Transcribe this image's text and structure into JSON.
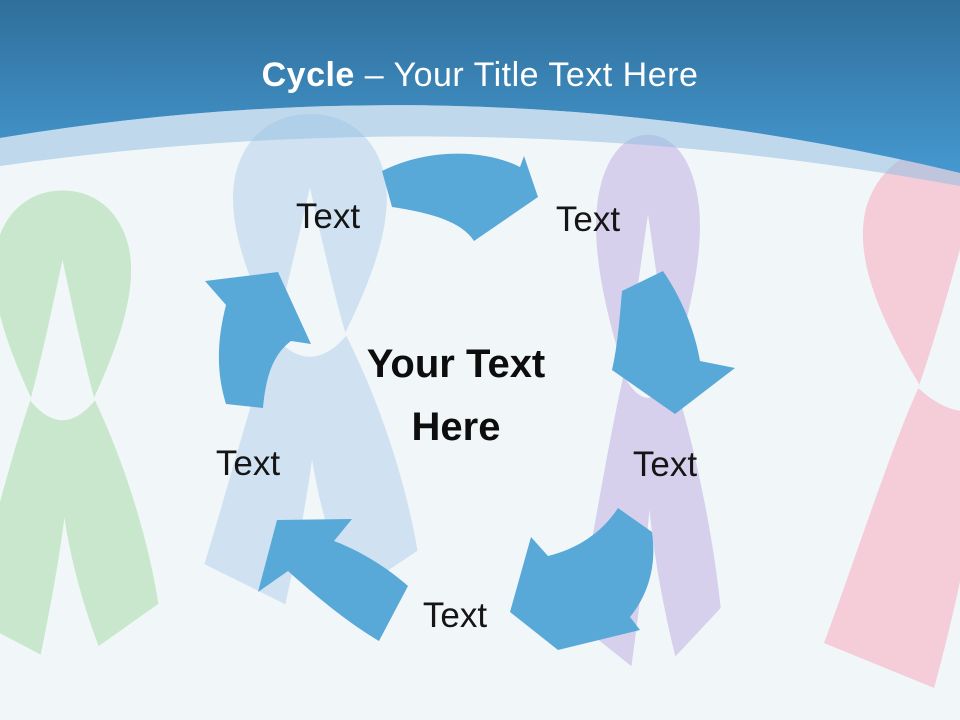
{
  "title": {
    "keyword": "Cycle",
    "rest": "– Your Title Text Here"
  },
  "center_label": "Your Text Here",
  "nodes": [
    {
      "position": "top-left",
      "label": "Text"
    },
    {
      "position": "top-right",
      "label": "Text"
    },
    {
      "position": "right",
      "label": "Text"
    },
    {
      "position": "bottom",
      "label": "Text"
    },
    {
      "position": "left",
      "label": "Text"
    }
  ],
  "ribbons": [
    {
      "name": "green-awareness-ribbon",
      "color": "#c8e7cc"
    },
    {
      "name": "light-blue-awareness-ribbon",
      "color": "#d0e2f1"
    },
    {
      "name": "purple-awareness-ribbon",
      "color": "#d6d0ec"
    },
    {
      "name": "pink-awareness-ribbon",
      "color": "#f4cdd9"
    }
  ],
  "colors": {
    "background": "#f1f7f9",
    "arrow": "#58a9d8",
    "header_gradient_top": "#2f6f9b",
    "header_gradient_bottom": "#4598d0",
    "header_soft_edge": "rgba(150,192,226,0.55)",
    "title_text": "#ffffff",
    "label_text": "#151515"
  }
}
